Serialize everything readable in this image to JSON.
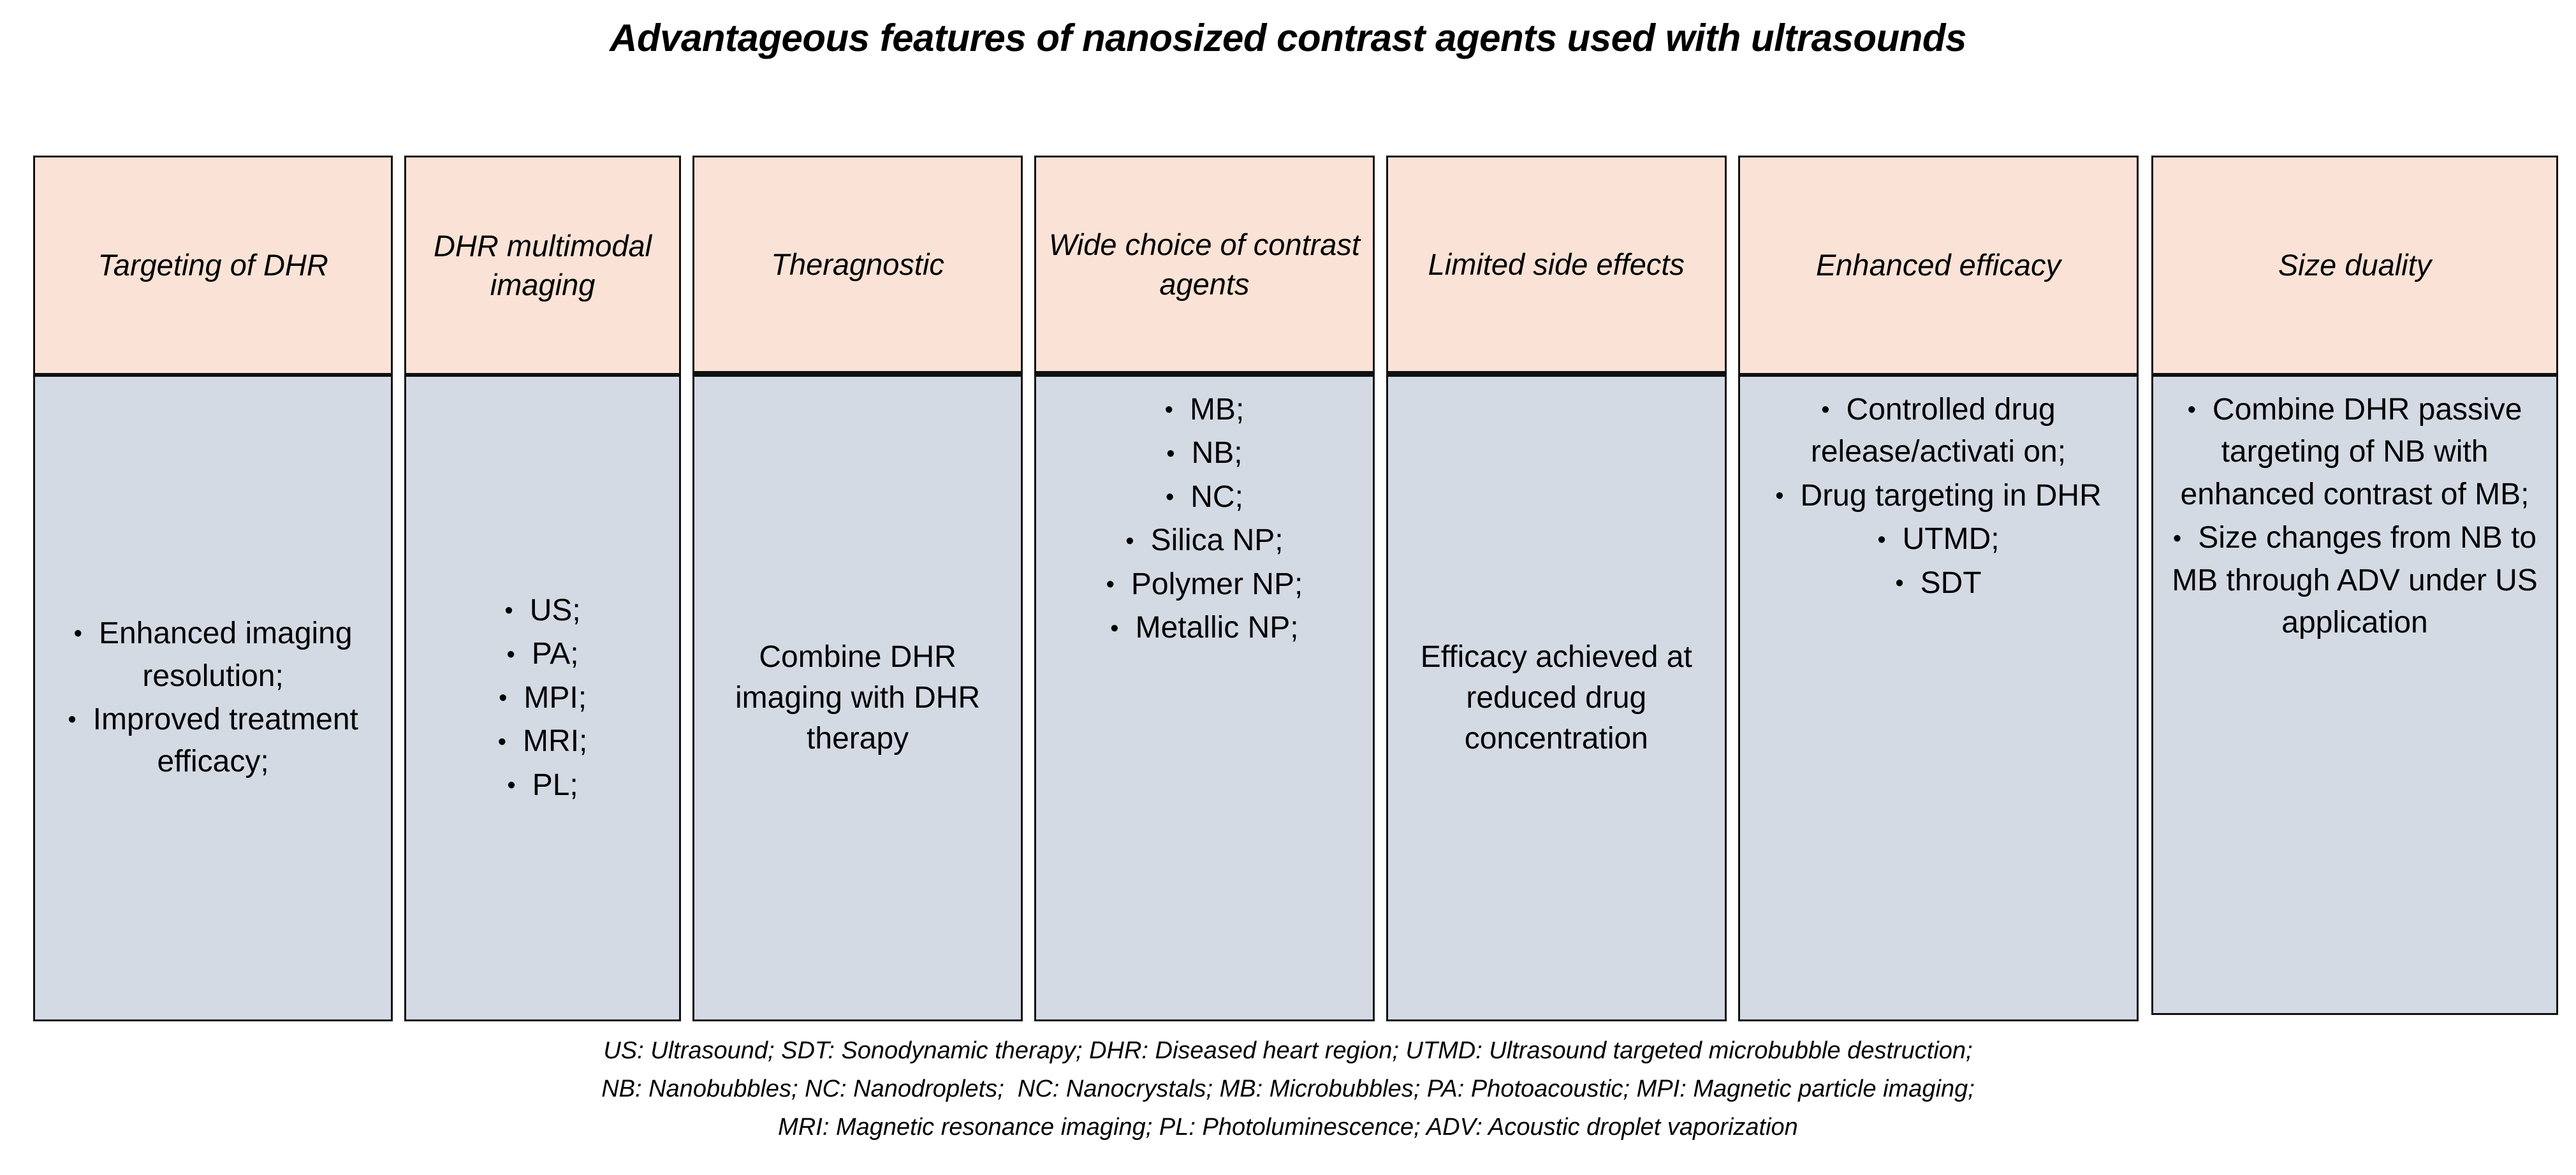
{
  "title": "Advantageous features of nanosized contrast agents used with ultrasounds",
  "colors": {
    "header_fill": "#FAE3D6",
    "body_fill": "#D4DAE4",
    "border": "#101010",
    "text": "#000000",
    "background": "#FFFFFF"
  },
  "columns": [
    {
      "header": "Targeting of DHR",
      "body_type": "bullets",
      "items": [
        "Enhanced imaging resolution;",
        "Improved treatment efficacy;"
      ]
    },
    {
      "header": "DHR multimodal imaging",
      "body_type": "bullets",
      "items": [
        "US;",
        "PA;",
        "MPI;",
        "MRI;",
        "PL;"
      ]
    },
    {
      "header": "Theragnostic",
      "body_type": "paragraph",
      "text": "Combine DHR imaging with DHR therapy"
    },
    {
      "header": "Wide choice of contrast agents",
      "body_type": "bullets",
      "items": [
        "MB;",
        "NB;",
        "NC;",
        "Silica NP;",
        "Polymer NP;",
        "Metallic NP;"
      ]
    },
    {
      "header": "Limited side effects",
      "body_type": "paragraph",
      "text": "Efficacy achieved at reduced drug concentration"
    },
    {
      "header": "Enhanced efficacy",
      "body_type": "bullets",
      "items": [
        "Controlled drug release/activati on;",
        "Drug targeting in DHR",
        "UTMD;",
        "SDT"
      ]
    },
    {
      "header": "Size duality",
      "body_type": "bullets",
      "items": [
        "Combine DHR passive targeting of NB with enhanced contrast of MB;",
        "Size changes from NB to MB through ADV under US application"
      ]
    }
  ],
  "bullet_glyph": "•",
  "footnotes": [
    "US: Ultrasound; SDT: Sonodynamic therapy; DHR: Diseased heart region; UTMD: Ultrasound targeted microbubble destruction;",
    "NB: Nanobubbles; NC: Nanodroplets;  NC: Nanocrystals; MB: Microbubbles; PA: Photoacoustic; MPI: Magnetic particle imaging;",
    "MRI: Magnetic resonance imaging; PL: Photoluminescence; ADV: Acoustic droplet vaporization"
  ]
}
